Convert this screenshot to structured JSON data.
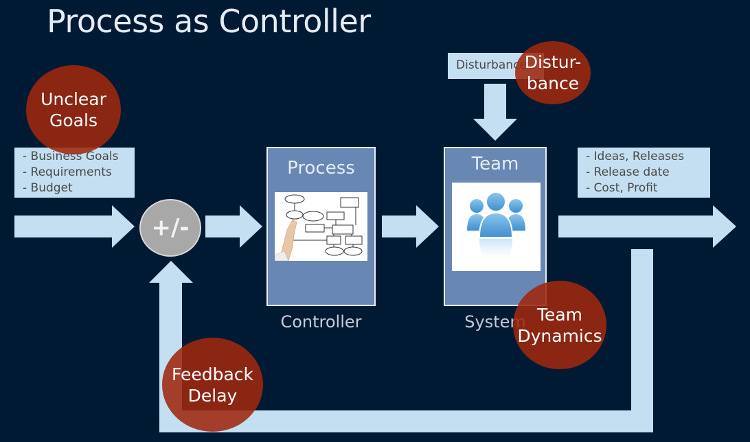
{
  "slide": {
    "title": "Process as Controller"
  },
  "inputs": {
    "lines": [
      "- Business Goals",
      "- Requirements",
      "- Budget"
    ]
  },
  "sum_junction": {
    "symbol": "+/-"
  },
  "controller_block": {
    "title": "Process",
    "image": "flowchart-drawing-hand",
    "caption": "Controller"
  },
  "system_block": {
    "title": "Team",
    "image": "people-group-icon",
    "caption": "System"
  },
  "disturbance": {
    "label": "Disturbance"
  },
  "outputs": {
    "lines": [
      "- Ideas, Releases",
      "- Release date",
      "- Cost, Profit"
    ]
  },
  "issues": [
    {
      "label_lines": [
        "Unclear",
        "Goals"
      ]
    },
    {
      "label_lines": [
        "Distur-",
        "bance"
      ]
    },
    {
      "label_lines": [
        "Team",
        "Dynamics"
      ]
    },
    {
      "label_lines": [
        "Feedback",
        "Delay"
      ]
    }
  ],
  "colors": {
    "background": "#001a33",
    "arrow": "#c4dff1",
    "block": "#6887b3",
    "issue_circle": "#9e280f",
    "sum_circle": "#a8a8a8"
  }
}
